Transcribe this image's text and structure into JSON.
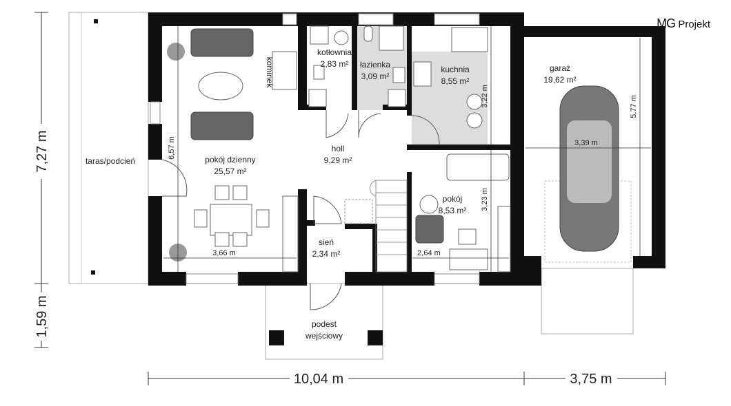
{
  "logo": {
    "mark": "MG",
    "text": "Projekt"
  },
  "rooms": [
    {
      "name": "kotłownia",
      "area": "2,83 m²"
    },
    {
      "name": "łazienka",
      "area": "3,09 m²"
    },
    {
      "name": "kuchnia",
      "area": "8,55 m²"
    },
    {
      "name": "garaż",
      "area": "19,62 m²"
    },
    {
      "name": "pokój dzienny",
      "area": "25,57 m²"
    },
    {
      "name": "holl",
      "area": "9,29 m²"
    },
    {
      "name": "pokój",
      "area": "8,53 m²"
    },
    {
      "name": "sień",
      "area": "2,34 m²"
    }
  ],
  "labels": {
    "kominek": "kominek",
    "terrace": "taras/podcień",
    "porch_1": "podest",
    "porch_2": "wejściowy"
  },
  "inner_dims": {
    "living_h": "6,57 m",
    "living_w": "3,66 m",
    "kitchen_h": "3,22 m",
    "room_h": "3,23 m",
    "room_w": "2,64 m",
    "garage_h": "5,77 m",
    "garage_w": "3,39 m"
  },
  "outer_dims": {
    "width_house": "10,04 m",
    "width_garage": "3,75 m",
    "depth_house": "7,27 m",
    "depth_porch": "1,59 m"
  }
}
